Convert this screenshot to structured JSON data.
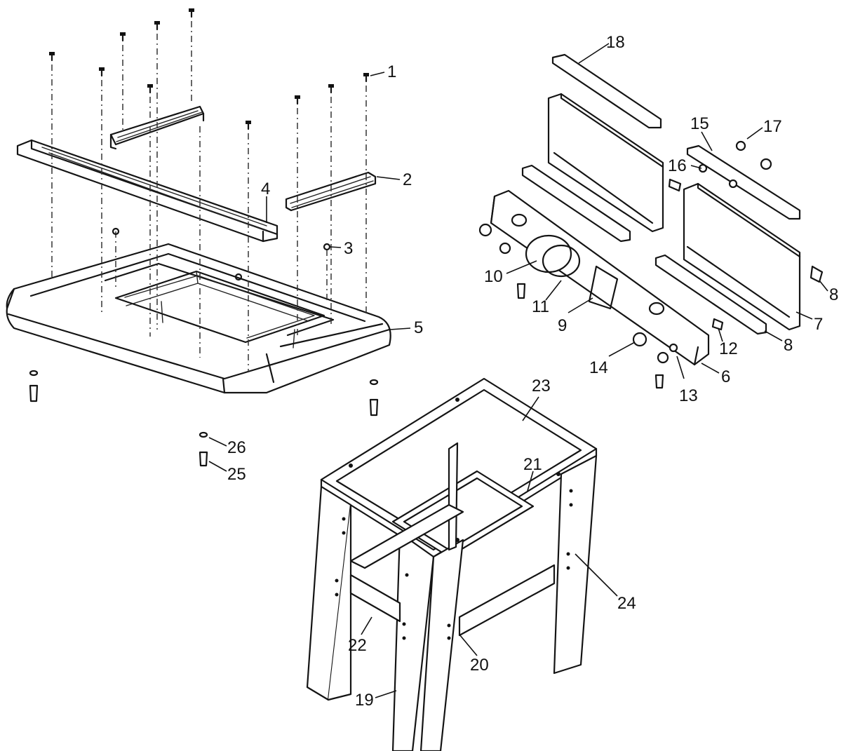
{
  "callouts": {
    "c1": "1",
    "c2": "2",
    "c3": "3",
    "c4": "4",
    "c5": "5",
    "c6": "6",
    "c7": "7",
    "c8a": "8",
    "c8b": "8",
    "c9": "9",
    "c10": "10",
    "c11": "11",
    "c12": "12",
    "c13": "13",
    "c14": "14",
    "c15": "15",
    "c16": "16",
    "c17": "17",
    "c18": "18",
    "c19": "19",
    "c20": "20",
    "c21": "21",
    "c22": "22",
    "c23": "23",
    "c24": "24",
    "c25": "25",
    "c26": "26"
  },
  "colors": {
    "ink": "#141414",
    "paper": "#ffffff"
  }
}
